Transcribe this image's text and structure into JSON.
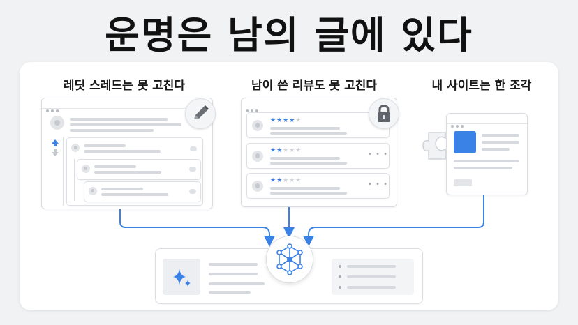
{
  "title": "운명은 남의 글에 있다",
  "columns": [
    {
      "label": "레딧 스레드는 못 고친다",
      "badge": "pencil-icon"
    },
    {
      "label": "남이 쓴 리뷰도 못 고친다",
      "badge": "lock-icon"
    },
    {
      "label": "내 사이트는 한 조각",
      "badge": "puzzle-piece-icon"
    }
  ],
  "reviews": [
    {
      "rating": 4,
      "max": 5
    },
    {
      "rating": 2,
      "max": 5
    },
    {
      "rating": 2,
      "max": 5
    }
  ],
  "center_node": "network-graph-icon",
  "output_icon": "sparkle-icon",
  "colors": {
    "accent": "#3b82e6",
    "connector": "#3b82e6",
    "panel": "#ffffff",
    "background": "#f1f2f4"
  }
}
